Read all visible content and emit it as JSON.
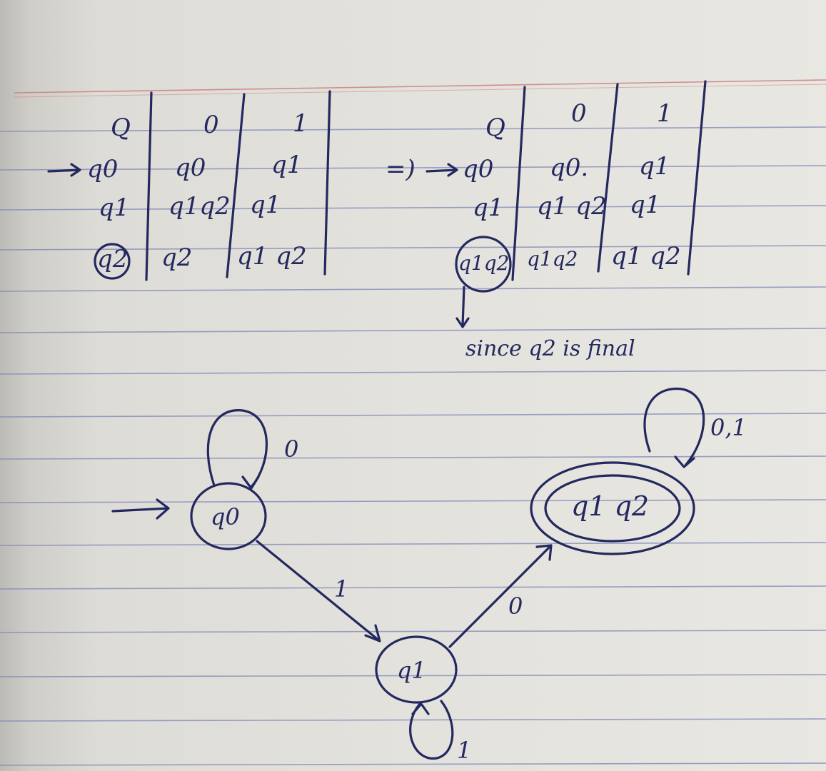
{
  "table1": {
    "header": [
      "Q",
      "0",
      "1"
    ],
    "rows": [
      {
        "state": "q0",
        "on0": "q0",
        "on1": "q1",
        "start": true,
        "final": false
      },
      {
        "state": "q1",
        "on0": "q1q2",
        "on1": "q1",
        "start": false,
        "final": false
      },
      {
        "state": "q2",
        "on0": "q2",
        "on1": "q1 q2",
        "start": false,
        "final": true
      }
    ]
  },
  "implies": "=)",
  "table2": {
    "header": [
      "Q",
      "0",
      "1"
    ],
    "rows": [
      {
        "state": "q0",
        "on0": "q0.",
        "on1": "q1",
        "start": true,
        "final": false
      },
      {
        "state": "q1",
        "on0": "q1 q2",
        "on1": "q1",
        "start": false,
        "final": false
      },
      {
        "state": "q1q2",
        "on0": "q1q2",
        "on1": "q1 q2",
        "start": false,
        "final": true
      }
    ]
  },
  "note": "since q2 is final",
  "diagram": {
    "states": [
      {
        "id": "q0",
        "label": "q0",
        "start": true,
        "final": false
      },
      {
        "id": "q1",
        "label": "q1",
        "start": false,
        "final": false
      },
      {
        "id": "q1q2",
        "label": "q1 q2",
        "start": false,
        "final": true
      }
    ],
    "transitions": [
      {
        "from": "q0",
        "to": "q0",
        "label": "0"
      },
      {
        "from": "q0",
        "to": "q1",
        "label": "1"
      },
      {
        "from": "q1",
        "to": "q1q2",
        "label": "0"
      },
      {
        "from": "q1",
        "to": "q1",
        "label": "1"
      },
      {
        "from": "q1q2",
        "to": "q1q2",
        "label": "0,1"
      }
    ]
  },
  "colors": {
    "ink": "#23295e",
    "rule_line": "#7d86b6",
    "margin_line": "#c97a7a",
    "paper": "#e4e2dd"
  }
}
